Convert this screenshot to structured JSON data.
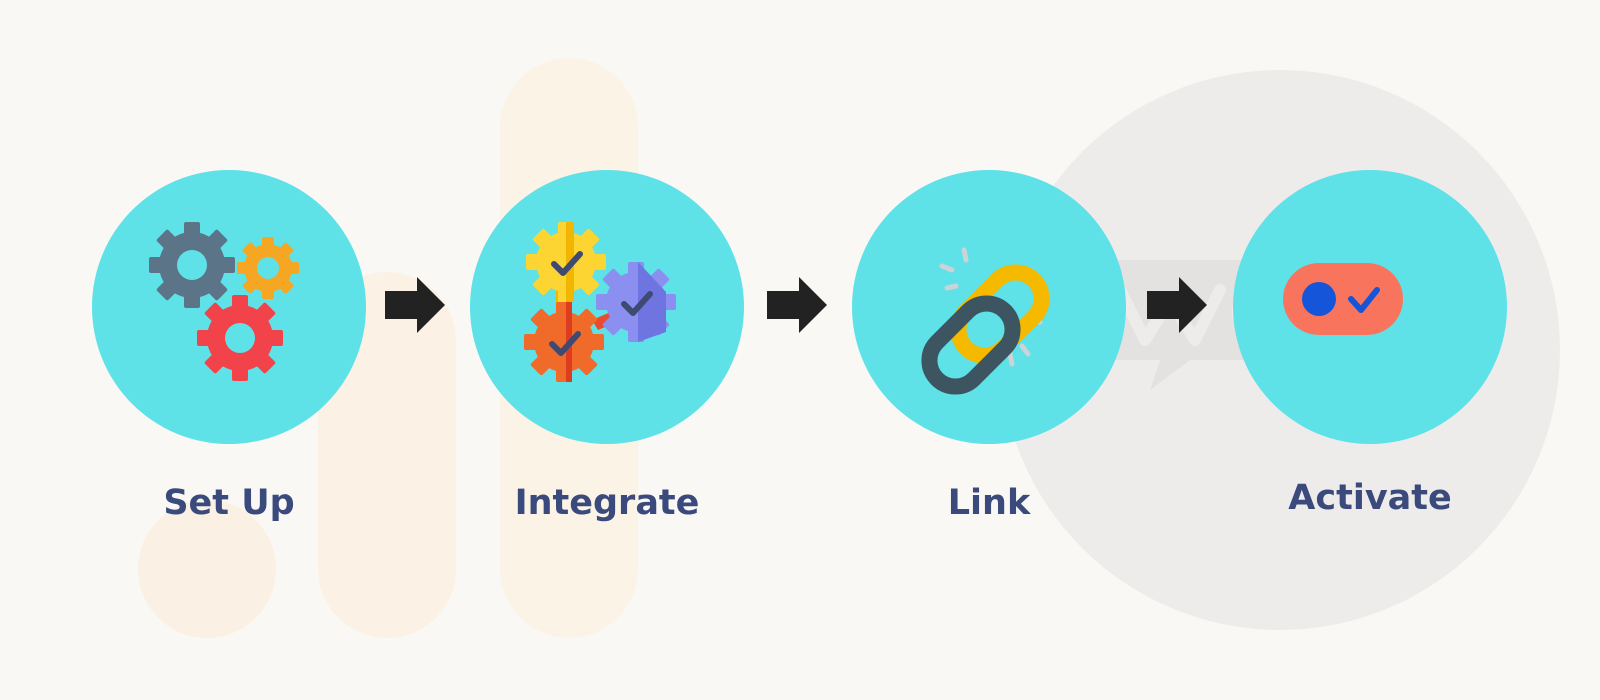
{
  "steps": [
    {
      "label": "Set Up",
      "icon": "gears-icon"
    },
    {
      "label": "Integrate",
      "icon": "integration-gears-check-icon"
    },
    {
      "label": "Link",
      "icon": "chain-link-icon"
    },
    {
      "label": "Activate",
      "icon": "toggle-check-icon"
    }
  ],
  "colors": {
    "background": "#f9f8f4",
    "circle": "#5ee1e7",
    "label": "#3a4a7c",
    "arrow": "#222222"
  }
}
